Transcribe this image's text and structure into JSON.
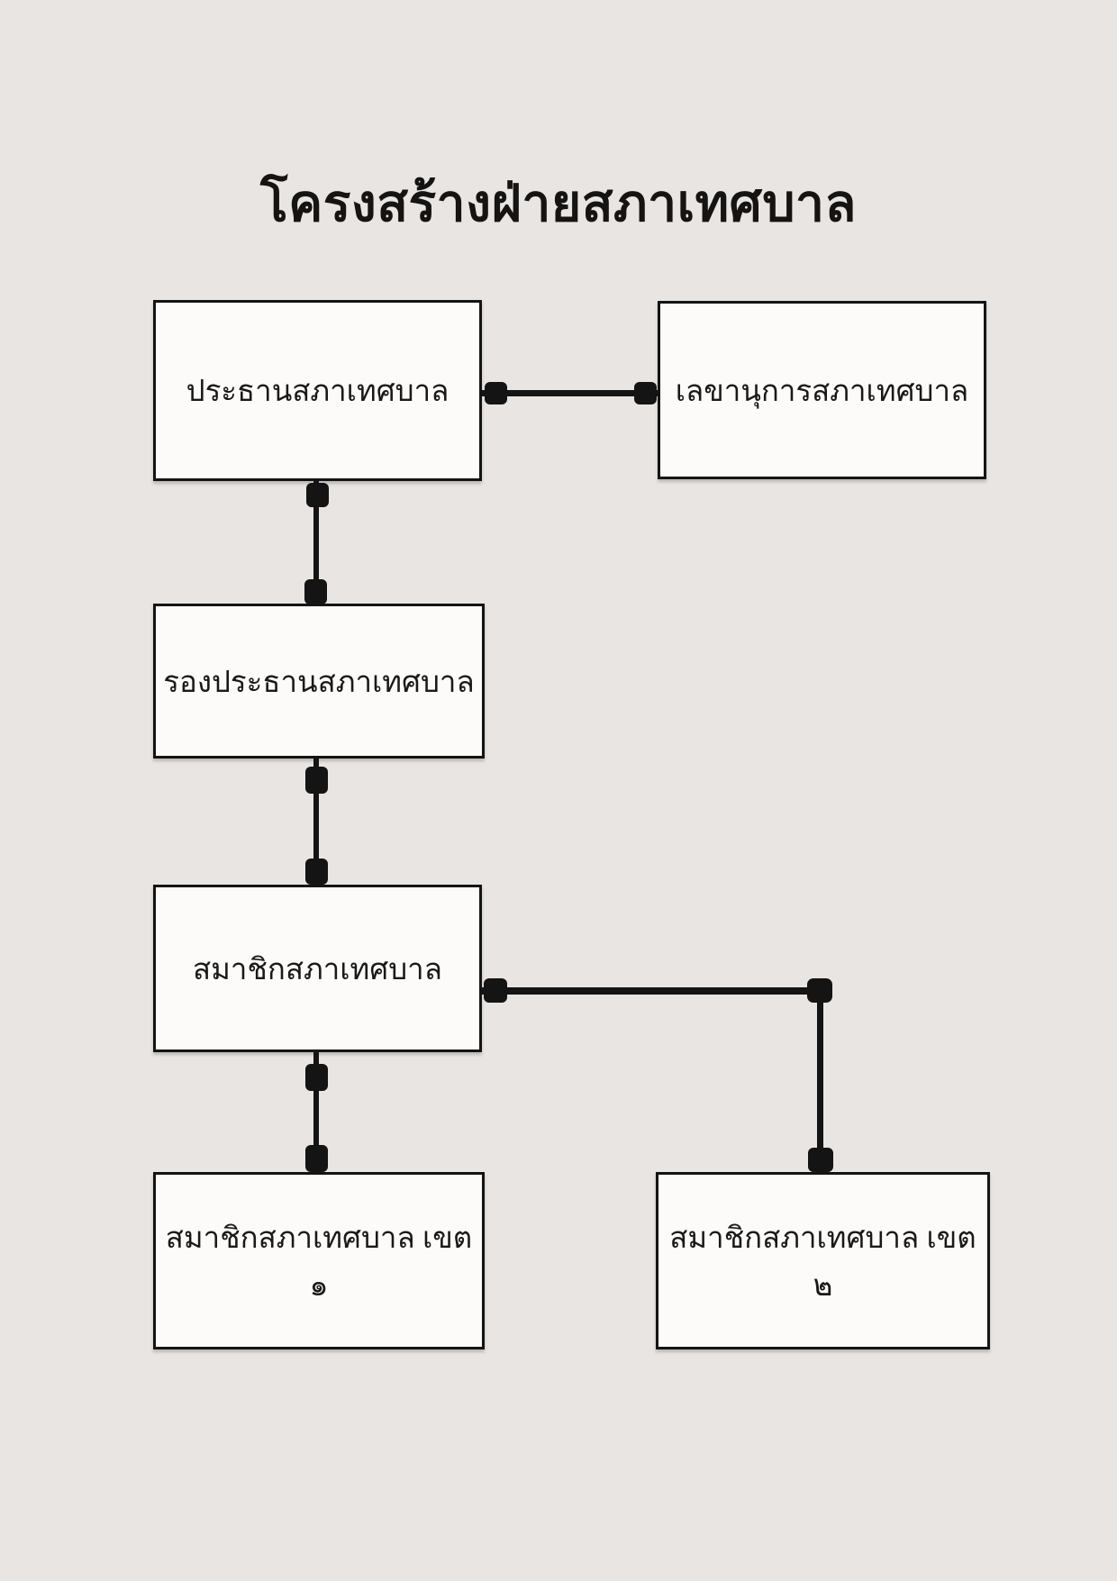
{
  "page": {
    "title": "โครงสร้างฝ่ายสภาเทศบาล"
  },
  "colors": {
    "background": "#e8e5e2",
    "box_fill": "#fcfbfa",
    "line_and_border": "#141414",
    "text": "#1a1918"
  },
  "nodes": {
    "chairman": {
      "label": "ประธานสภาเทศบาล"
    },
    "secretary": {
      "label": "เลขานุการสภาเทศบาล"
    },
    "vice_chairman": {
      "label": "รองประธานสภาเทศบาล"
    },
    "members": {
      "label": "สมาชิกสภาเทศบาล"
    },
    "members_district_1": {
      "label": "สมาชิกสภาเทศบาล เขต ๑"
    },
    "members_district_2": {
      "label": "สมาชิกสภาเทศบาล เขต ๒"
    }
  },
  "edges": [
    {
      "from": "chairman",
      "to": "secretary",
      "style": "horizontal, square endpoints"
    },
    {
      "from": "chairman",
      "to": "vice_chairman",
      "style": "vertical, square endpoints"
    },
    {
      "from": "vice_chairman",
      "to": "members",
      "style": "vertical, square endpoints"
    },
    {
      "from": "members",
      "to": "members_district_1",
      "style": "vertical, square endpoints"
    },
    {
      "from": "members",
      "to": "members_district_2",
      "style": "elbow right-down, square endpoints"
    }
  ]
}
